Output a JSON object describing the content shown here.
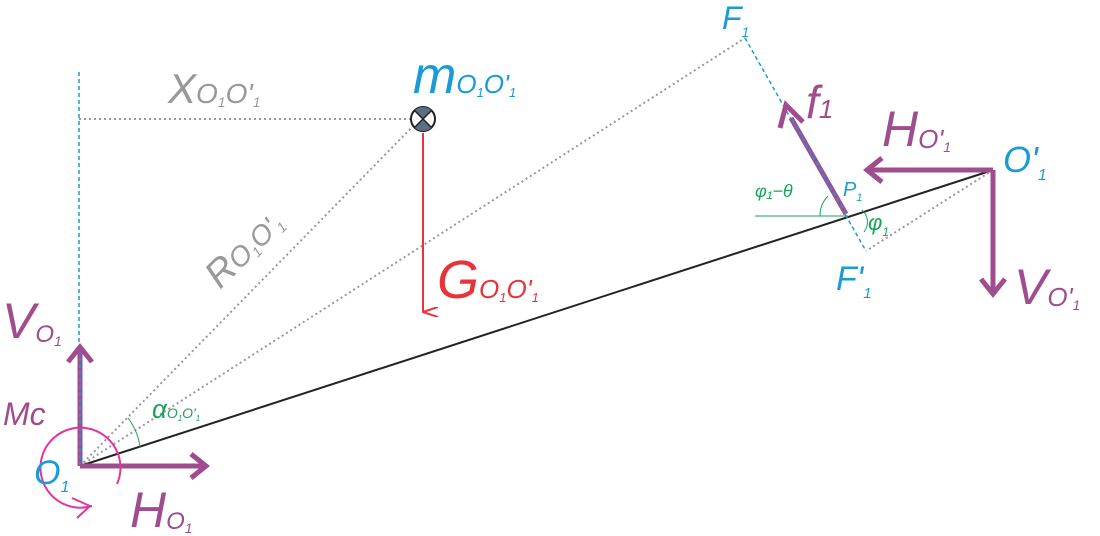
{
  "colors": {
    "force": "#a04d8f",
    "point": "#1a9bd7",
    "gravity": "#e8333c",
    "angle": "#1aa35a",
    "dim": "#999999",
    "link": "#222222",
    "moment": "#e0369d"
  },
  "labels": {
    "v_o1": {
      "main": "V",
      "sub": "O",
      "subsub": "1"
    },
    "mc": "Mc",
    "o1": {
      "main": "O",
      "sub": "1"
    },
    "h_o1": {
      "main": "H",
      "sub": "O",
      "subsub": "1"
    },
    "x_dist": {
      "main": "X",
      "sub": "O",
      "sub_i": "1",
      "sub2": "O'",
      "sub2_i": "1"
    },
    "r_dist": {
      "main": "R",
      "sub": "O",
      "sub_i": "1",
      "sub2": "O'",
      "sub2_i": "1"
    },
    "mass": {
      "main": "m",
      "sub": "O",
      "sub_i": "1",
      "sub2": "O'",
      "sub2_i": "1"
    },
    "gravity": {
      "main": "G",
      "sub": "O",
      "sub_i": "1",
      "sub2": "O'",
      "sub2_i": "1"
    },
    "alpha": {
      "main": "α",
      "sub": "O",
      "sub_i": "1",
      "sub2": "O'",
      "sub2_i": "1"
    },
    "f1_point": {
      "main": "F",
      "sub": "1"
    },
    "f1_force": {
      "main": "f",
      "sub": "1"
    },
    "h_o1p": {
      "main": "H",
      "sub": "O'",
      "subsub": "1"
    },
    "o1p": {
      "main": "O'",
      "sub": "1"
    },
    "v_o1p": {
      "main": "V",
      "sub": "O'",
      "subsub": "1"
    },
    "phi_theta": "φ₁−θ",
    "p1": {
      "main": "P",
      "sub": "1"
    },
    "phi1": {
      "main": "φ",
      "sub": "1"
    },
    "f1p_point": {
      "main": "F'",
      "sub": "1"
    }
  }
}
